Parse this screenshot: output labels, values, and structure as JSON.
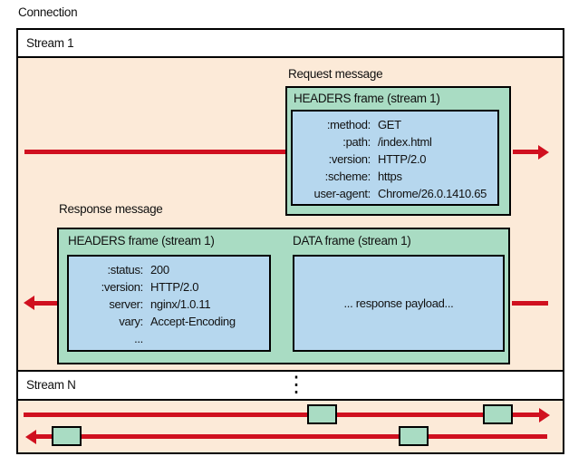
{
  "connection": {
    "label": "Connection"
  },
  "streams": {
    "stream1": {
      "label": "Stream 1",
      "request": {
        "message_label": "Request message",
        "headers_frame": {
          "label": "HEADERS frame (stream 1)",
          "fields": [
            {
              "key": ":method:",
              "value": "GET"
            },
            {
              "key": ":path:",
              "value": "/index.html"
            },
            {
              "key": ":version:",
              "value": "HTTP/2.0"
            },
            {
              "key": ":scheme:",
              "value": "https"
            },
            {
              "key": "user-agent:",
              "value": "Chrome/26.0.1410.65"
            }
          ]
        }
      },
      "response": {
        "message_label": "Response message",
        "headers_frame": {
          "label": "HEADERS frame (stream 1)",
          "fields": [
            {
              "key": ":status:",
              "value": "200"
            },
            {
              "key": ":version:",
              "value": "HTTP/2.0"
            },
            {
              "key": "server:",
              "value": "nginx/1.0.11"
            },
            {
              "key": "vary:",
              "value": "Accept-Encoding"
            },
            {
              "key": "...",
              "value": ""
            }
          ]
        },
        "data_frame": {
          "label": "DATA frame (stream 1)",
          "payload": "... response payload..."
        }
      }
    },
    "streamN": {
      "label": "Stream N"
    }
  },
  "icons": {
    "vertical_ellipsis": "⋮"
  },
  "colors": {
    "background_peach": "#fcead8",
    "frame_green": "#a9dcc3",
    "box_blue": "#b6d7ee",
    "arrow_red": "#d0101f",
    "border": "#000000"
  }
}
